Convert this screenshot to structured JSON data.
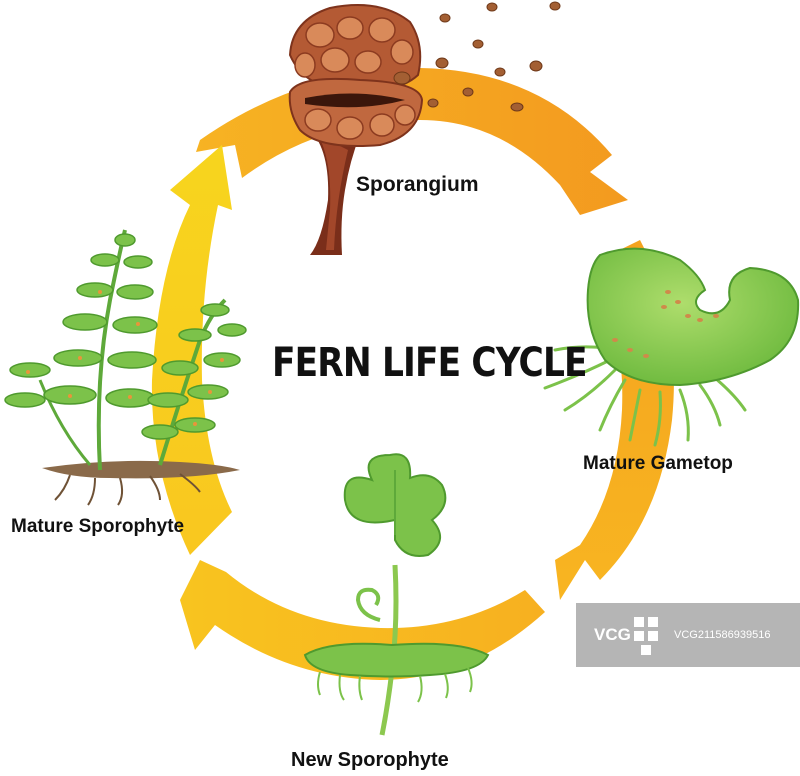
{
  "title": "FERN LIFE CYCLE",
  "stages": {
    "sporangium": "Sporangium",
    "gametophyte": "Mature Gametop",
    "new_sporophyte": "New Sporophyte",
    "mature_sporophyte": "Mature Sporophyte"
  },
  "watermark": {
    "logo": "VCG",
    "id": "VCG211586939516"
  },
  "colors": {
    "arrow_orange": "#f39a1f",
    "arrow_yellow": "#f7c71c",
    "leaf_green": "#7cc24a",
    "sporangium_brown": "#b2522c"
  }
}
